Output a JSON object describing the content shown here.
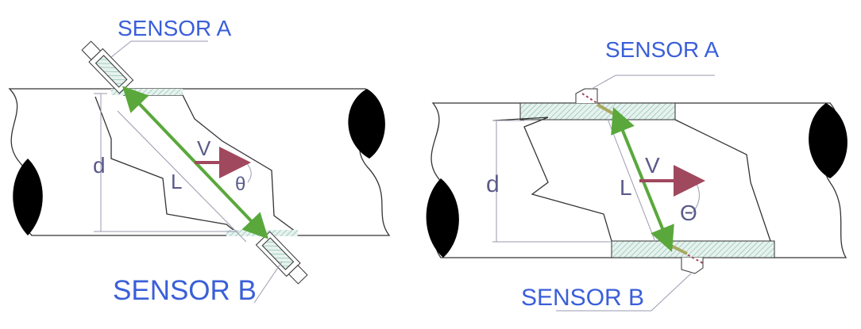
{
  "left_diagram": {
    "sensor_a": "SENSOR A",
    "sensor_b": "SENSOR B",
    "velocity": "V",
    "path_length": "L",
    "angle": "θ",
    "diameter": "d"
  },
  "right_diagram": {
    "sensor_a": "SENSOR A",
    "sensor_b": "SENSOR B",
    "velocity": "V",
    "path_length": "L",
    "angle": "Θ",
    "diameter": "d"
  },
  "colors": {
    "label": "#3a5fd9",
    "path_arrow": "#5aa83c",
    "velocity_arrow": "#a0485e",
    "hatch": "#7fb8a8"
  }
}
